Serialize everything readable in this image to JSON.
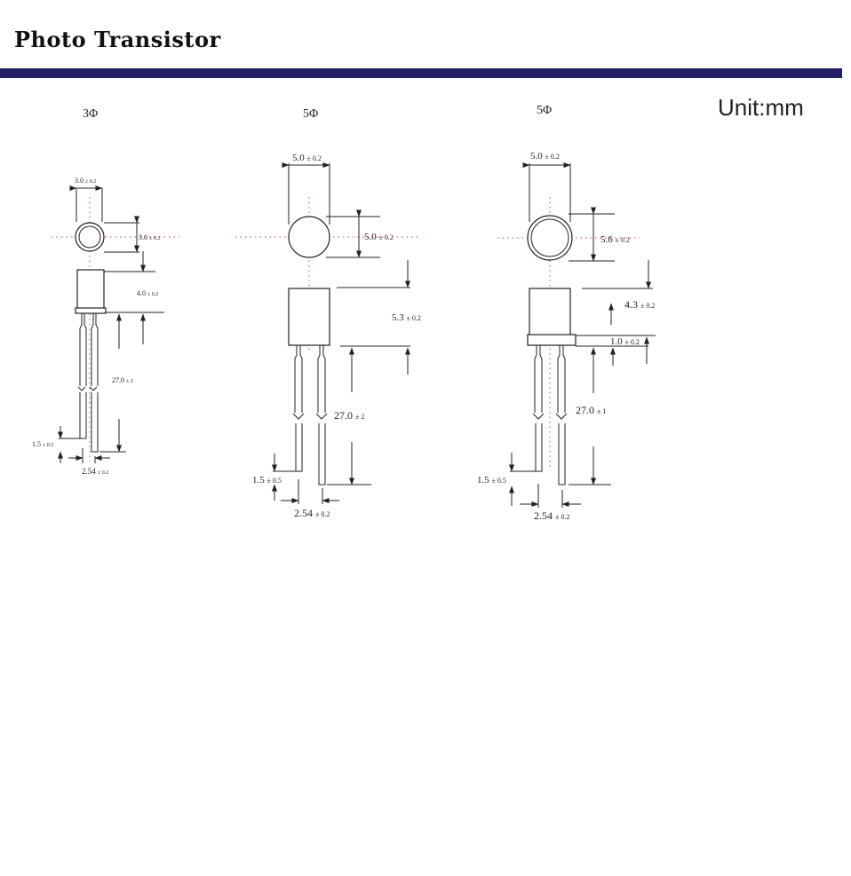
{
  "header": {
    "title": "Photo Transistor",
    "unit": "Unit:mm"
  },
  "colors": {
    "rule": "#231f66",
    "centerline": "#d86a6a"
  },
  "packages": [
    {
      "label": "3Φ",
      "dims": {
        "width": "3.0",
        "width_tol": "± 0.2",
        "diameter": "3.0",
        "diameter_tol": "± 0.2",
        "body": "4.0",
        "body_tol": "± 0.2",
        "lead": "27.0",
        "lead_tol": "± 2",
        "standoff": "1.5",
        "standoff_tol": "± 0.5",
        "pitch": "2.54",
        "pitch_tol": "± 0.2"
      }
    },
    {
      "label": "5Φ",
      "dims": {
        "width": "5.0",
        "width_tol": "± 0.2",
        "diameter": "5.0",
        "diameter_tol": "± 0.2",
        "body": "5.3",
        "body_tol": "± 0.2",
        "lead": "27.0",
        "lead_tol": "± 2",
        "standoff": "1.5",
        "standoff_tol": "± 0.5",
        "pitch": "2.54",
        "pitch_tol": "± 0.2"
      }
    },
    {
      "label": "5Φ",
      "dims": {
        "width": "5.0",
        "width_tol": "± 0.2",
        "diameter": "5.6",
        "diameter_tol": "± 0.2",
        "body": "4.3",
        "body_tol": "± 0.2",
        "flange": "1.0",
        "flange_tol": "± 0.2",
        "lead": "27.0",
        "lead_tol": "± 1",
        "standoff": "1.5",
        "standoff_tol": "± 0.5",
        "pitch": "2.54",
        "pitch_tol": "± 0.2"
      }
    }
  ]
}
